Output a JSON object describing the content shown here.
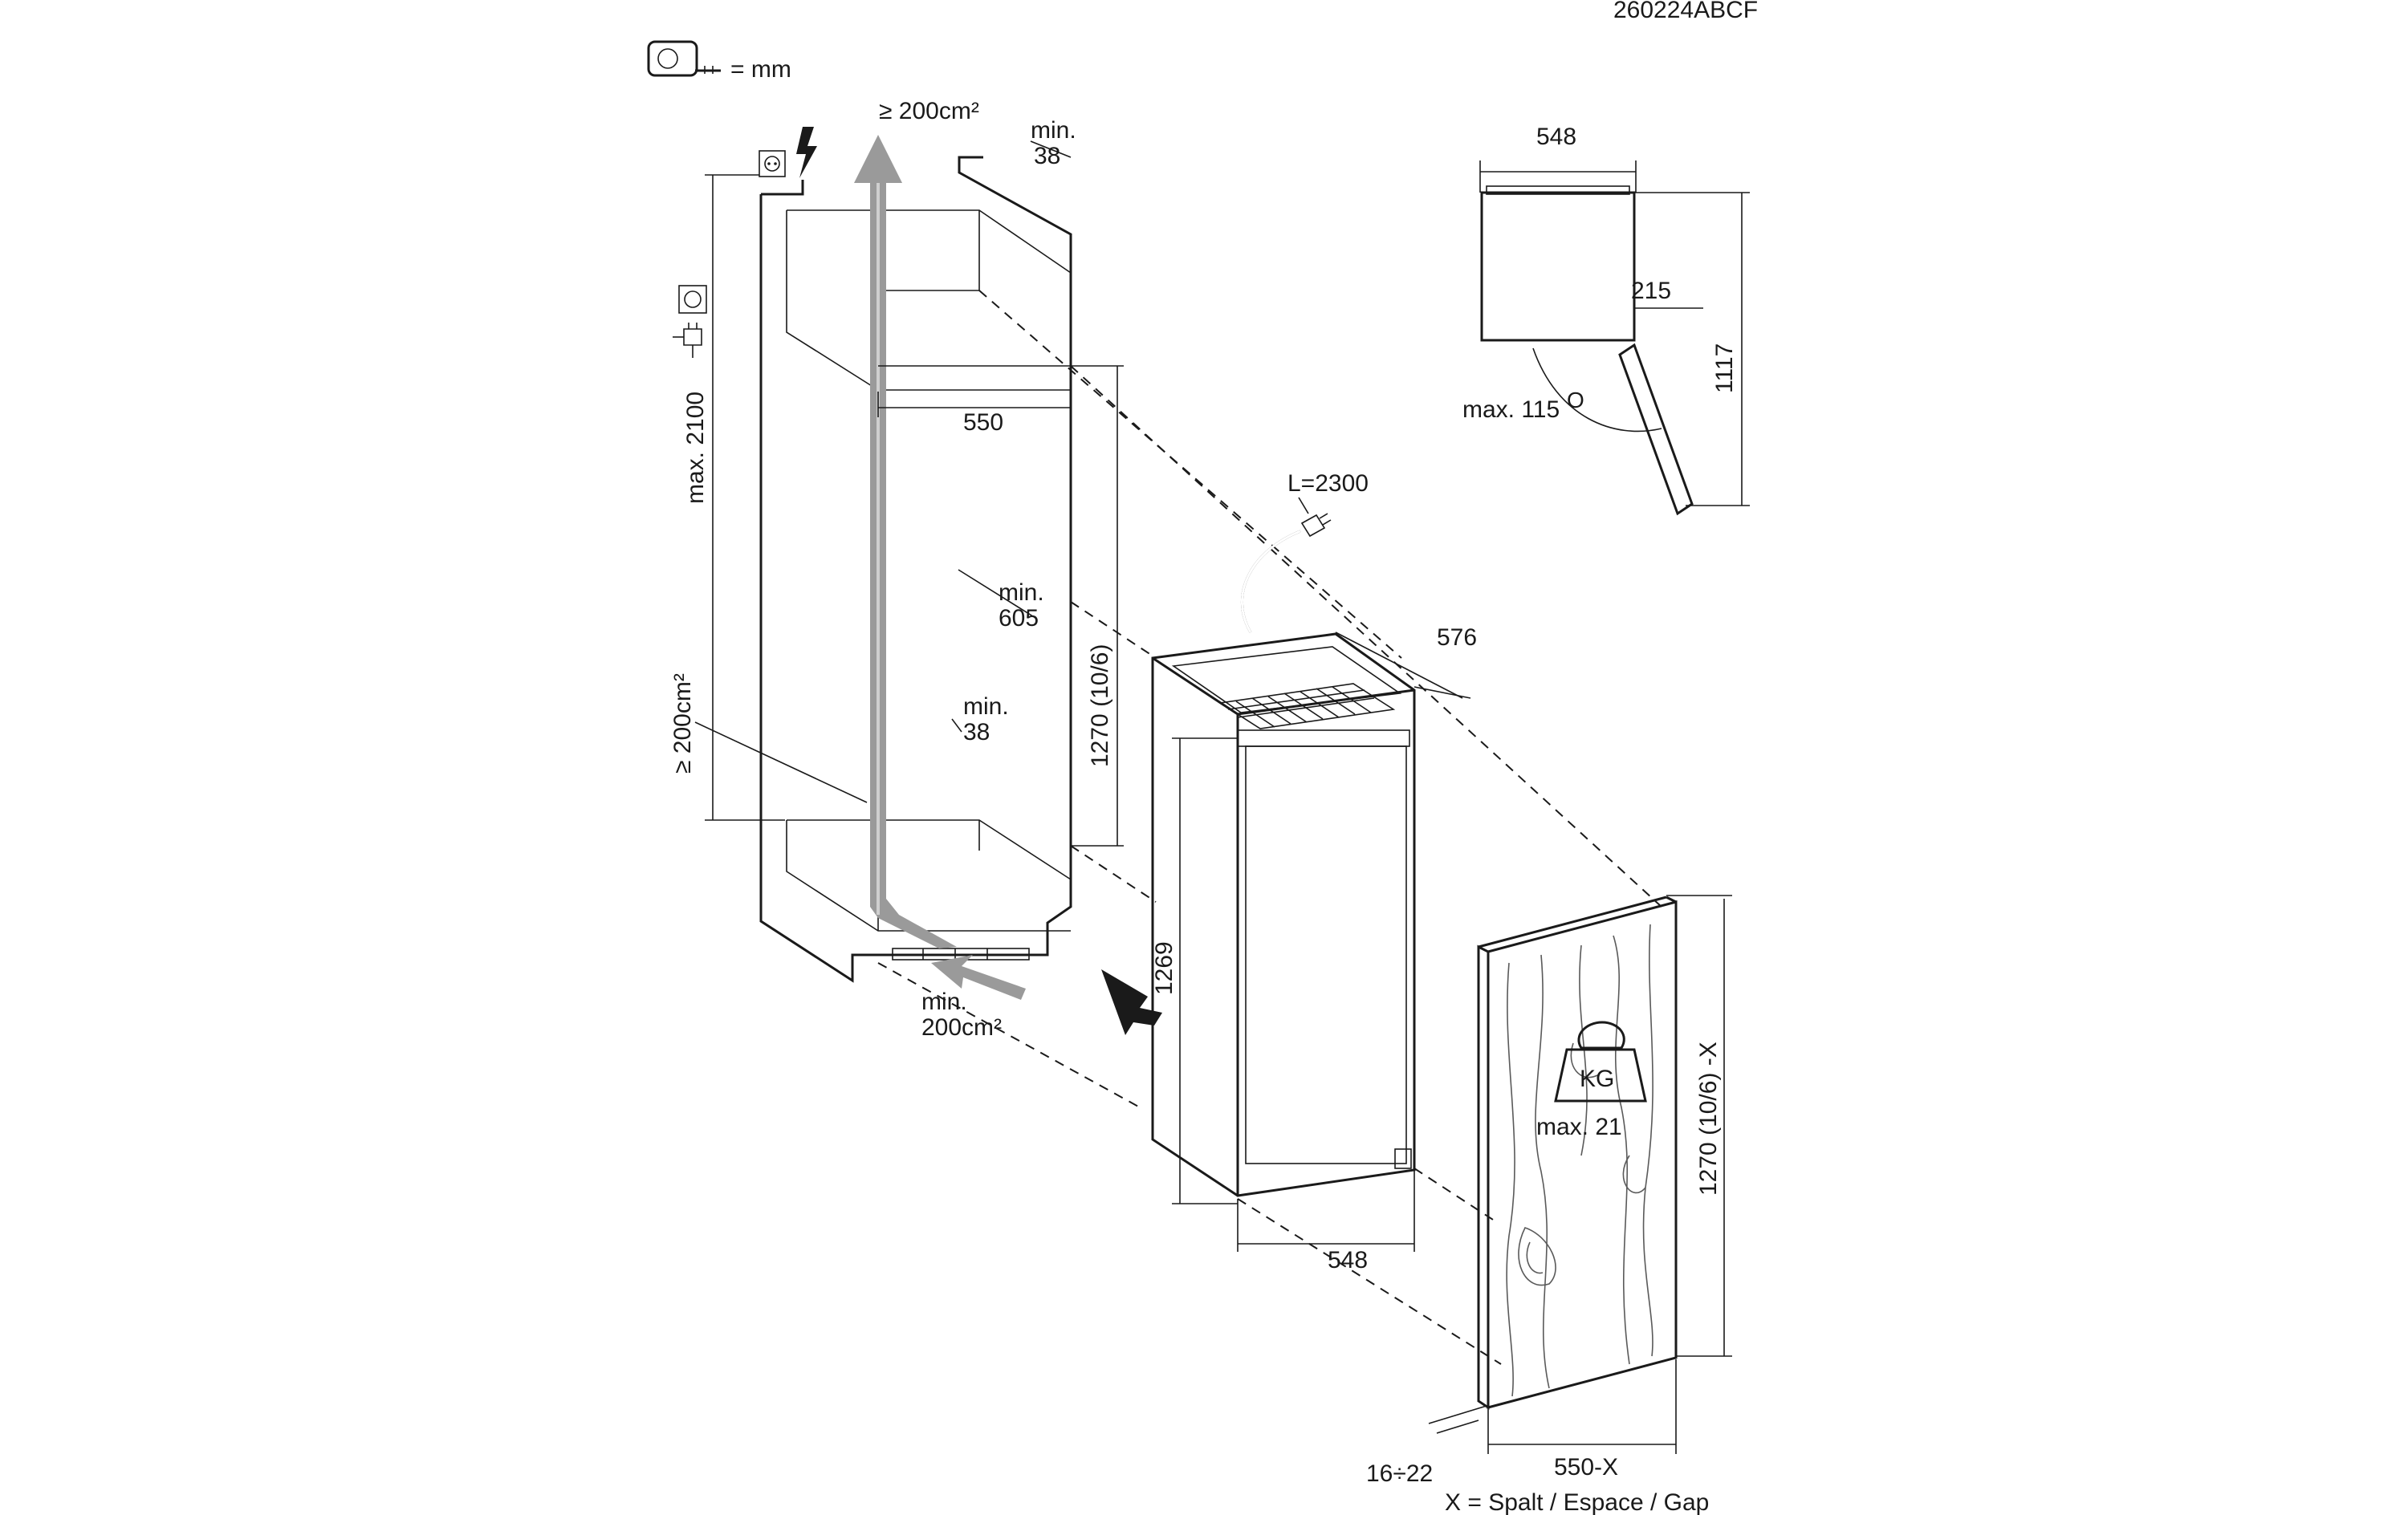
{
  "doc_id": "260224ABCF",
  "units": {
    "label": "= mm",
    "icon": "tape-measure-icon"
  },
  "niche": {
    "vent_top": "≥ 200cm²",
    "gap_top": {
      "line1": "min.",
      "line2": "38"
    },
    "height": "max. 2100",
    "vent_side": "≥ 200cm²",
    "width": "550",
    "depth": {
      "line1": "min.",
      "line2": "605"
    },
    "gap_mid": {
      "line1": "min.",
      "line2": "38"
    },
    "niche_height": "1270 (10/6)",
    "vent_bottom": {
      "line1": "min.",
      "line2": "200cm²"
    }
  },
  "appliance": {
    "cable": "L=2300",
    "depth": "576",
    "height": "1269",
    "width": "548"
  },
  "door_opening": {
    "width": "548",
    "offset": "215",
    "height": "1117",
    "angle": "max. 115",
    "angle_unit": "O"
  },
  "door_panel": {
    "weight_icon": "KG",
    "weight": "max. 21",
    "height": "1270 (10/6) -X",
    "thickness": "16÷22",
    "width": "550-X"
  },
  "legend": "X = Spalt / Espace / Gap",
  "icons": [
    "tape-measure-icon",
    "socket-icon",
    "lightning-icon",
    "plug-icon",
    "weight-icon",
    "arrow-icon"
  ]
}
